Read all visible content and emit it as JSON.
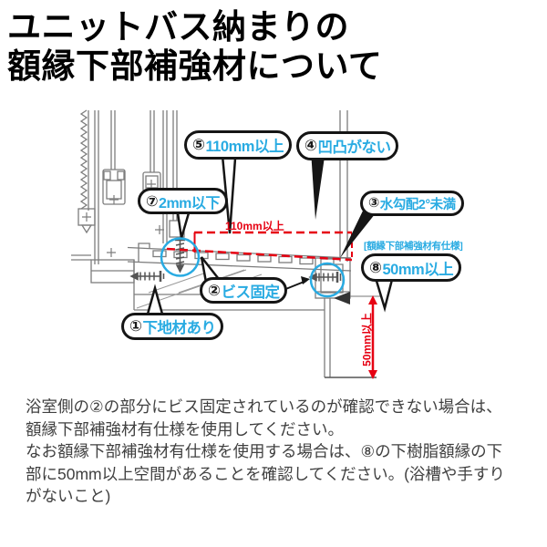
{
  "title": {
    "text": "ユニットバス納まりの\n額縁下部補強材について"
  },
  "diagram": {
    "callouts": [
      {
        "num": "⑤",
        "label": "110mm以上"
      },
      {
        "num": "④",
        "label": "凹凸がない"
      },
      {
        "num": "⑦",
        "label": "2mm以下"
      },
      {
        "num": "③",
        "label": "水勾配2°未満"
      },
      {
        "num": "⑧",
        "label": "50mm以上"
      },
      {
        "num": "②",
        "label": "ビス固定"
      },
      {
        "num": "①",
        "label": "下地材あり"
      }
    ],
    "dim_horizontal": "110mm以上",
    "dim_vertical": "50mm以上",
    "spec_note": "[額縁下部補強材有仕様]",
    "colors": {
      "accent_cyan": "#29abe2",
      "dimension_red": "#e60012",
      "line_gray": "#7d7d7d"
    }
  },
  "body": {
    "text": "浴室側の②の部分にビス固定されているのが確認できない場合は、\n額縁下部補強材有仕様を使用してください。\nなお額縁下部補強材有仕様を使用する場合は、⑧の下樹脂額縁の下\n部に50mm以上空間があることを確認してください。(浴槽や手すり\nがないこと)"
  }
}
